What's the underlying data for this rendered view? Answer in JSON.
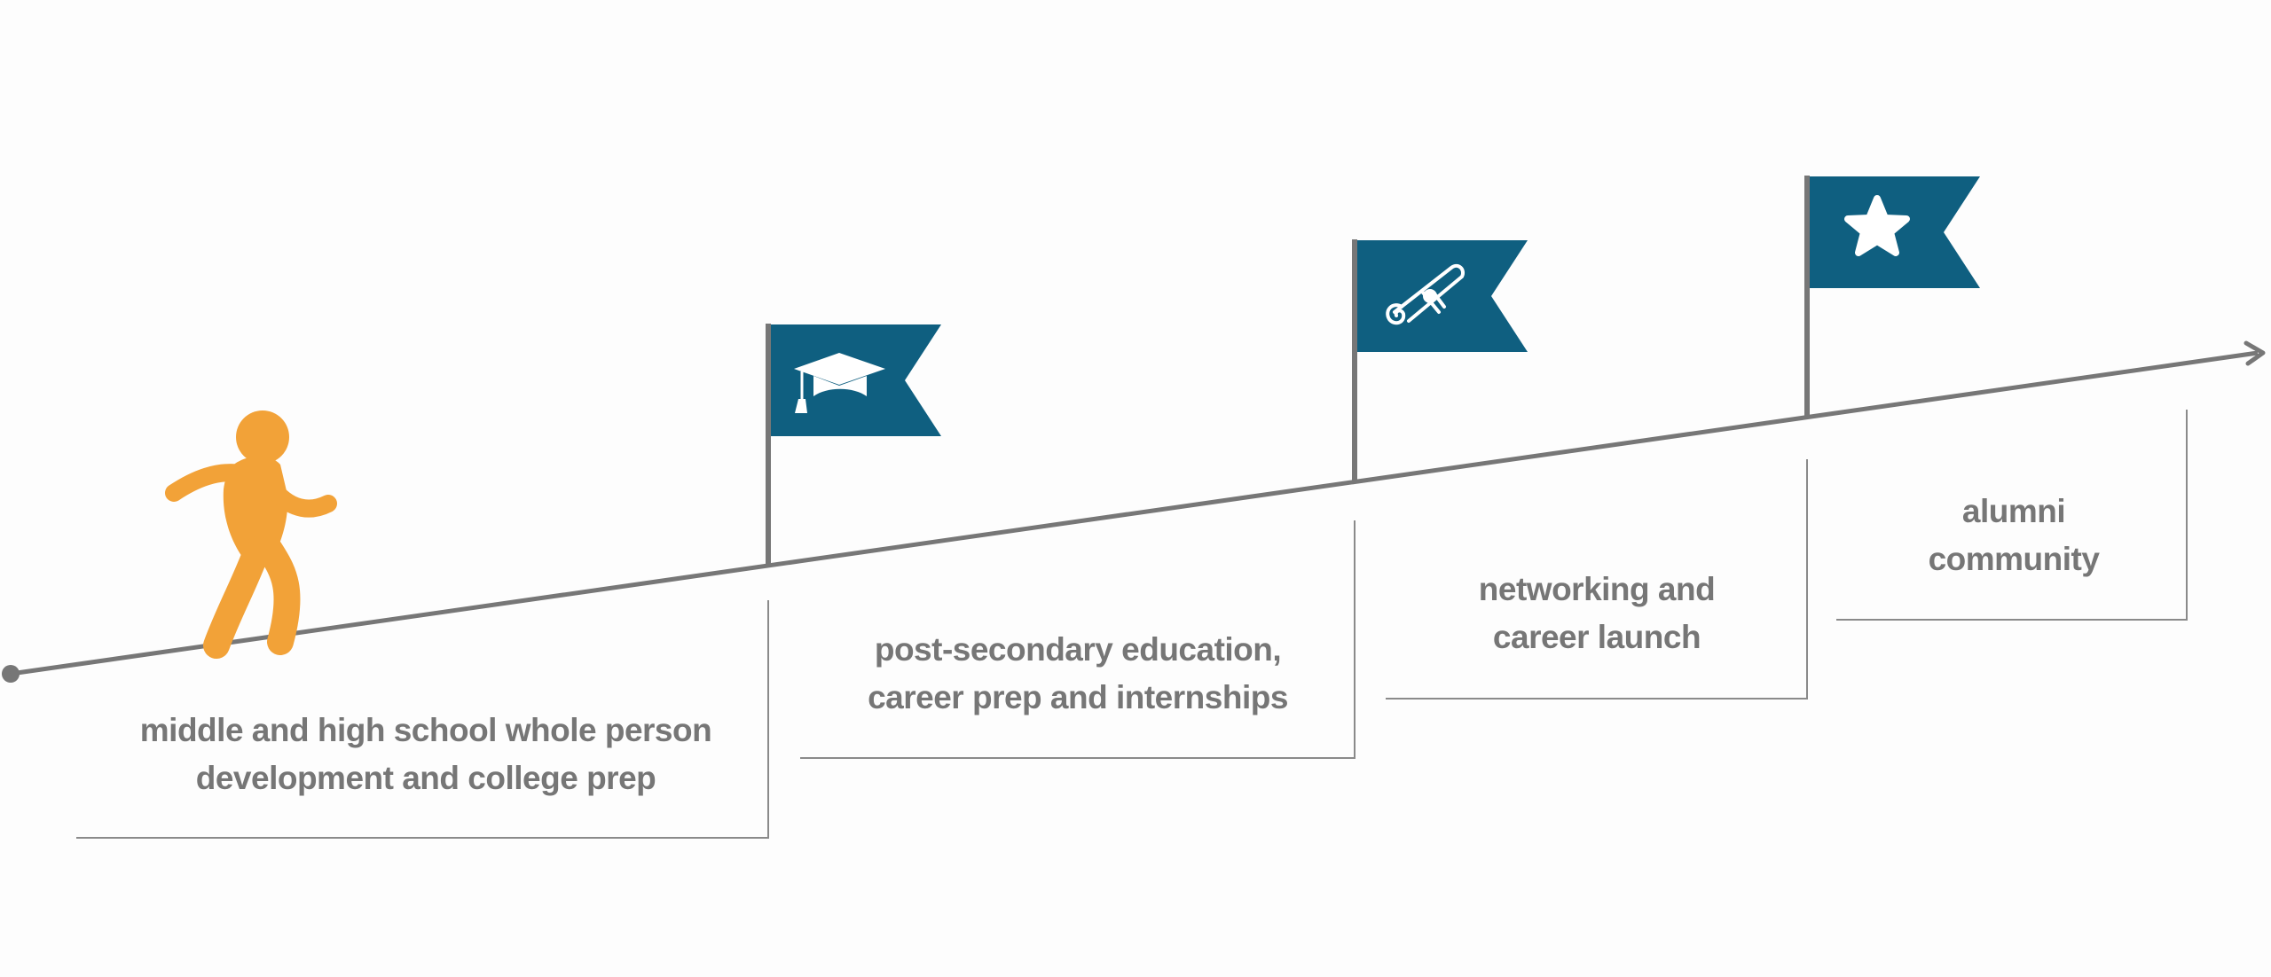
{
  "colors": {
    "line": "#777777",
    "flag": "#0f5f80",
    "figure": "#f2a238",
    "text": "#767676",
    "icon": "#ffffff"
  },
  "stages": [
    {
      "line1": "middle and high school whole person",
      "line2": "development and college prep",
      "icon": "graduation-cap-icon"
    },
    {
      "line1": "post-secondary education,",
      "line2": "career prep and internships",
      "icon": "diploma-scroll-icon"
    },
    {
      "line1": "networking and",
      "line2": "career launch",
      "icon": "star-icon"
    },
    {
      "line1": "alumni",
      "line2": "community",
      "icon": ""
    }
  ]
}
